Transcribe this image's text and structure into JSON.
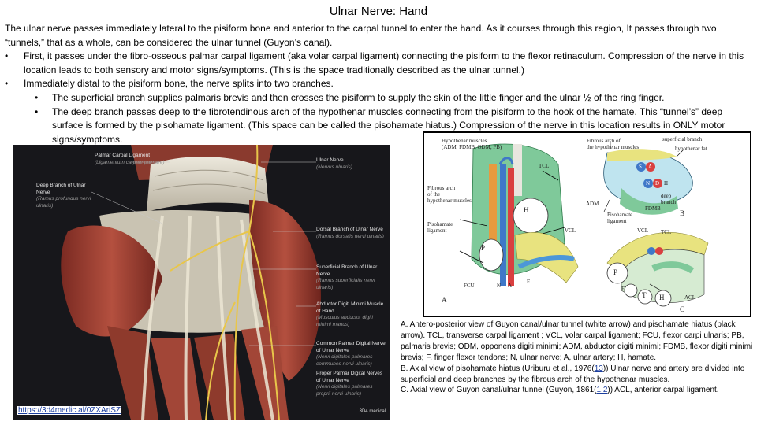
{
  "title": "Ulnar Nerve: Hand",
  "intro": "The ulnar nerve passes immediately lateral to the pisiform bone and anterior to the carpal tunnel to enter the hand. As it courses through this region, It passes through two “tunnels,” that as a whole, can be considered the ulnar tunnel (Guyon’s canal).",
  "bullet_symbol": "•",
  "bullets": [
    "First, it passes under the fibro-osseous palmar carpal ligament (aka volar carpal ligament) connecting the pisiform to the flexor retinaculum. Compression of the nerve in this location leads to both sensory and motor signs/symptoms. (This is the space traditionally described as the ulnar tunnel.)",
    "Immediately distal to the pisiform bone, the nerve splits into two branches."
  ],
  "sub_bullets": [
    "The superficial branch supplies palmaris brevis and then crosses the pisiform to supply the skin of the little finger and the ulnar ½ of the ring finger.",
    "The deep branch passes deep to the fibrotendinous arch of the hypothenar muscles connecting from the pisiform to the hook of the hamate. This “tunnel’s” deep surface is formed by the pisohamate ligament. (This space can be called the pisohamate hiatus.) Compression of the nerve in this location results in ONLY motor signs/symptoms."
  ],
  "anatomy": {
    "link": "https://3d4medic.al/0ZXAriSZ",
    "logo": "3D4 medical",
    "labels": [
      {
        "name": "Palmar Carpal Ligament",
        "sub": "(Ligamentum carpale palmare)"
      },
      {
        "name": "Deep Branch of Ulnar Nerve",
        "sub": "(Ramus profundus nervi ulnaris)"
      },
      {
        "name": "Ulnar Nerve",
        "sub": "(Nervus ulnaris)"
      },
      {
        "name": "Dorsal Branch of Ulnar Nerve",
        "sub": "(Ramus dorsalis nervi ulnaris)"
      },
      {
        "name": "Superficial Branch of Ulnar Nerve",
        "sub": "(Ramus superficialis nervi ulnaris)"
      },
      {
        "name": "Abductor Digiti Minimi Muscle of Hand",
        "sub": "(Musculus abductor digiti minimi manus)"
      },
      {
        "name": "Common Palmar Digital Nerve of Ulnar Nerve",
        "sub": "(Nervi digitales palmares communes nervi ulnaris)"
      },
      {
        "name": "Proper Palmar Digital Nerves of Ulnar Nerve",
        "sub": "(Nervi digitales palmares proprii nervi ulnaris)"
      }
    ]
  },
  "diagram": {
    "labels": {
      "hyp_muscles": "Hypothenar muscles\n(ADM, FDMB, ODM, PB)",
      "tcl_a": "TCL",
      "fibrous_arch_a": "Fibrous arch\nof the\nhypothenar muscles",
      "pisohamate_a": "Pisohamate\nligament",
      "vcl_a": "VCL",
      "fcu": "FCU",
      "n_a": "N",
      "a_a": "A",
      "f_a": "F",
      "p_a": "P",
      "h_a": "H",
      "panel_a": "A",
      "fibrous_arch_b": "Fibrous arch of\nthe hypothenar muscles",
      "superficial_branch": "superficial branch",
      "hypothenar_fat": "hypothenar fat",
      "deep_branch": "deep\nbranch",
      "adm": "ADM",
      "fdmb": "FDMB",
      "pisohamate_b": "Pisohamate\nligament",
      "panel_b": "B",
      "vcl_c": "VCL",
      "tcl_c": "TCL",
      "panel_c": "C",
      "acl": "ACL",
      "p_c": "P",
      "t_c": "T",
      "h_c": "H",
      "f_c": "F",
      "s_b": "S",
      "n_b": "N",
      "a_b": "A",
      "d_b": "D",
      "h_b": "H"
    }
  },
  "caption": {
    "line_a": "A. Antero-posterior view of Guyon canal/ulnar tunnel (white arrow) and pisohamate hiatus (black arrow). TCL, transverse carpal ligament ; VCL, volar carpal ligament; FCU, flexor carpi ulnaris; PB, palmaris brevis; ODM, opponens digiti minimi; ADM, abductor digiti minimi; FDMB, flexor digiti minimi brevis; F, finger flexor tendons; N, ulnar nerve; A, ulnar artery; H, hamate.",
    "line_b_pre": "B. Axial view of pisohamate hiatus  (Uriburu et al., 1976(",
    "line_b_ref": "13",
    "line_b_post": ")) Ulnar nerve and artery are divided into superficial and deep branches by the fibrous arch of the hypothenar muscles.",
    "line_c_pre": "C. Axial view of Guyon canal/ulnar tunnel  (Guyon, 1861(",
    "line_c_ref": "1,2",
    "line_c_post": ")) ACL, anterior carpal ligament."
  }
}
